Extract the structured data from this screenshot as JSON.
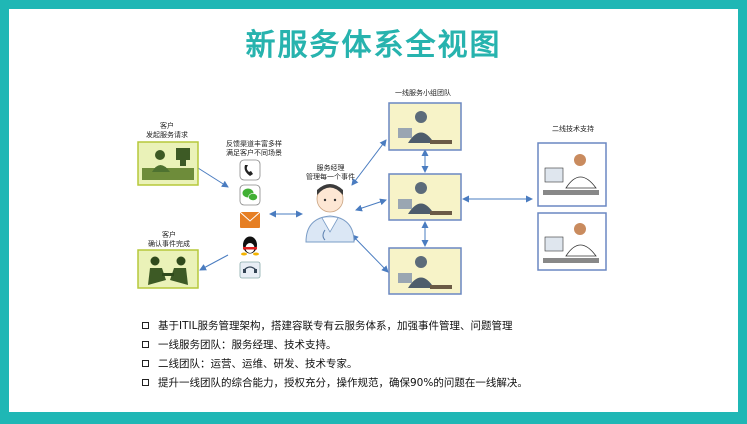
{
  "title": "新服务体系全视图",
  "customer_request": {
    "line1": "客户",
    "line2": "发起服务请求"
  },
  "customer_confirm": {
    "line1": "客户",
    "line2": "确认事件完成"
  },
  "channels_caption": {
    "line1": "反馈渠道丰富多样",
    "line2": "满足客户不同场景"
  },
  "channels": [
    "phone-icon",
    "wechat-icon",
    "email-icon",
    "qq-icon",
    "hotline-icon"
  ],
  "service_manager": {
    "line1": "服务经理",
    "line2": "管理每一个事件"
  },
  "first_line_team": "一线服务小组团队",
  "second_line_support": "二线技术支持",
  "bullets": [
    "基于ITIL服务管理架构，搭建容联专有云服务体系，加强事件管理、问题管理",
    "一线服务团队：服务经理、技术支持。",
    "二线团队：运营、运维、研发、技术专家。",
    "提升一线团队的综合能力，授权充分，操作规范，确保90%的问题在一线解决。"
  ],
  "colors": {
    "accent": "#27b3ae",
    "frame": "#1fb7b5",
    "arrow": "#4a7cc0"
  }
}
